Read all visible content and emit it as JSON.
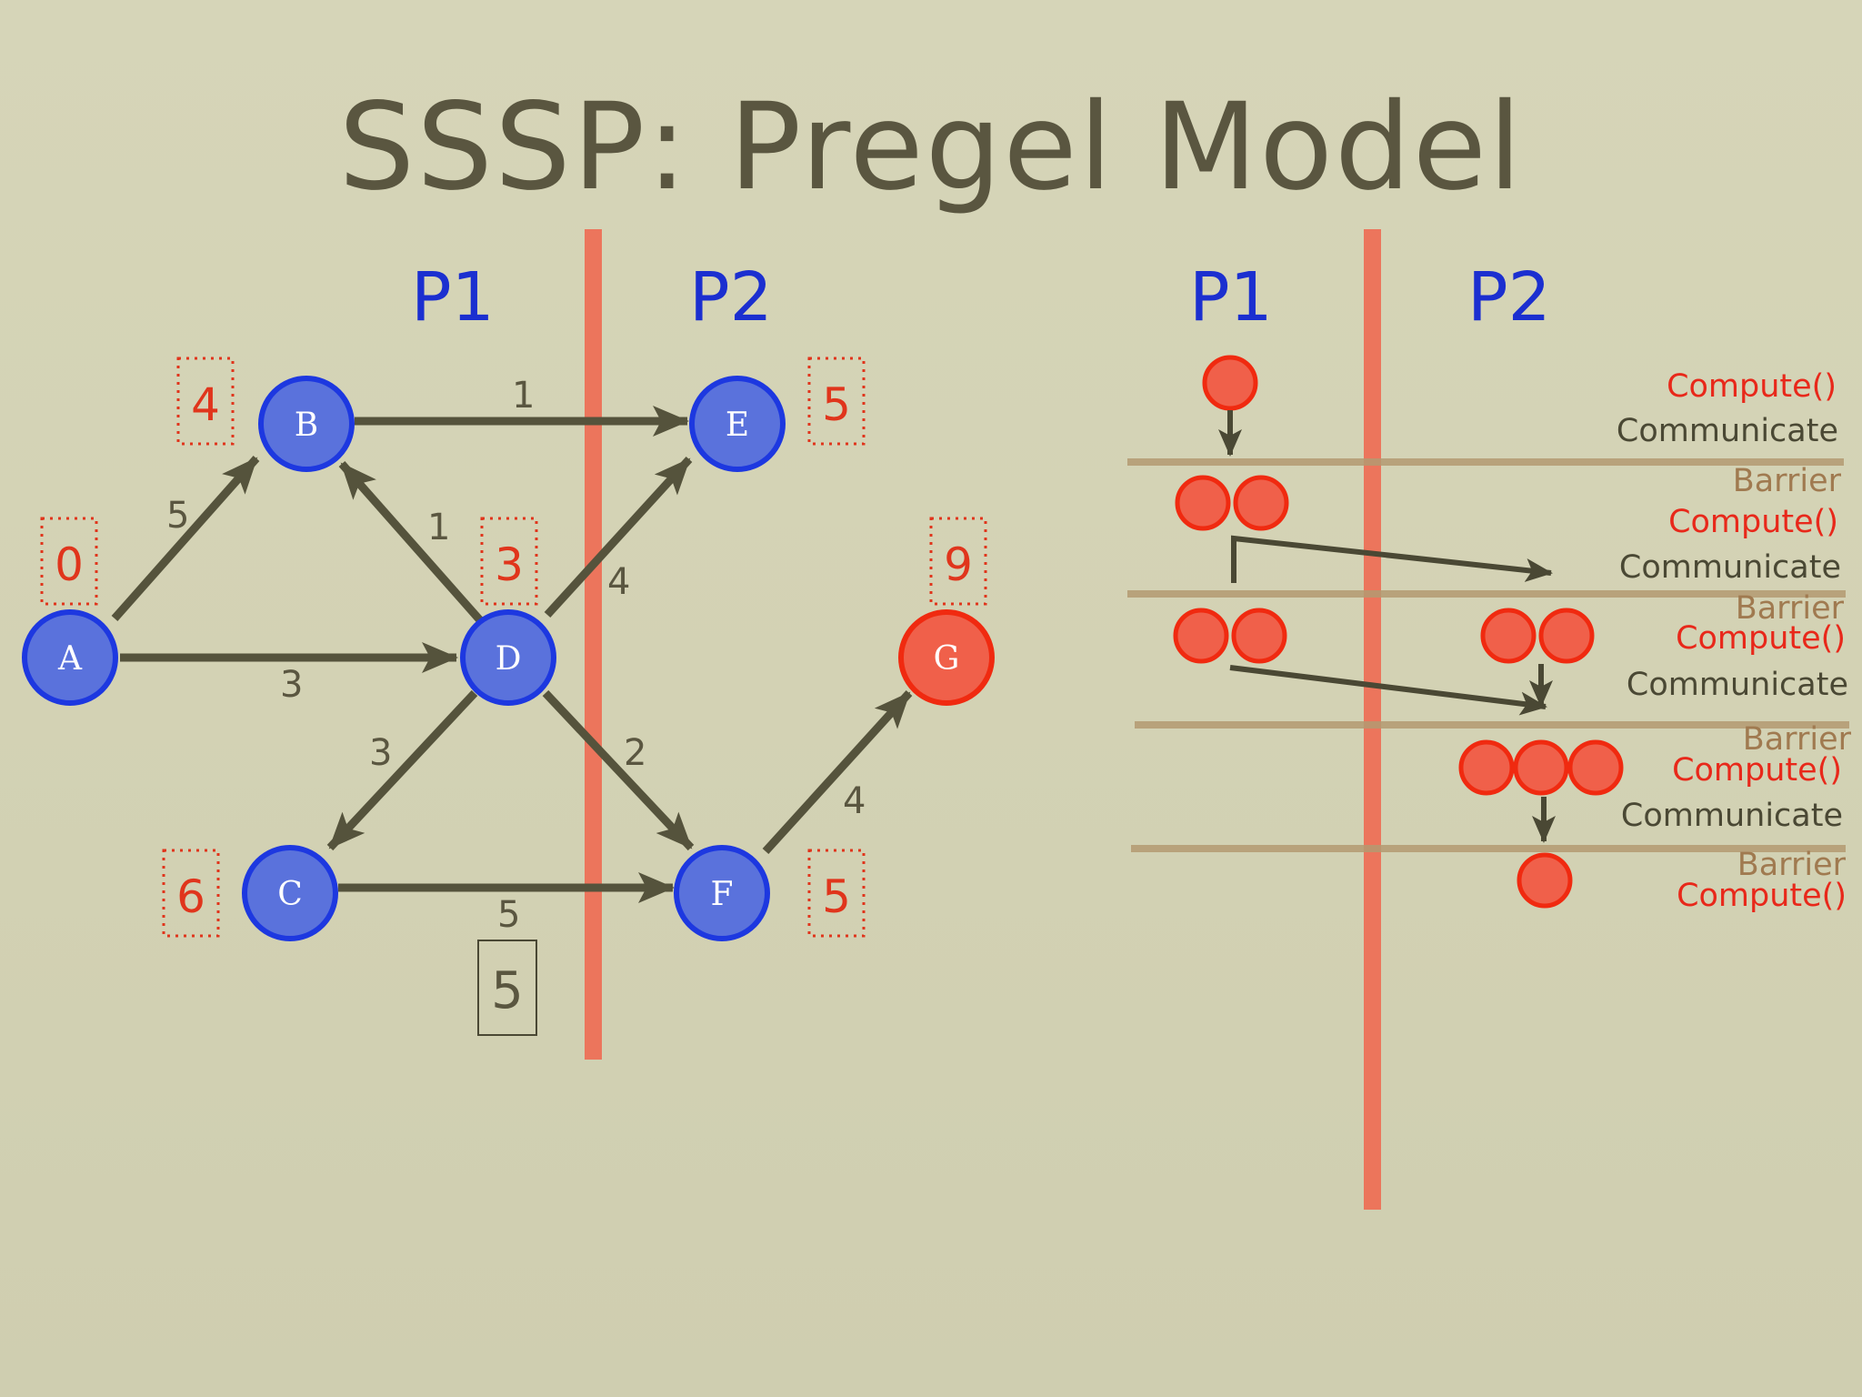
{
  "title": "SSSP: Pregel Model",
  "graph": {
    "partitions": [
      "P1",
      "P2"
    ],
    "nodes": [
      {
        "id": "A",
        "dist": "0"
      },
      {
        "id": "B",
        "dist": "4"
      },
      {
        "id": "C",
        "dist": "6"
      },
      {
        "id": "D",
        "dist": "3"
      },
      {
        "id": "E",
        "dist": "5"
      },
      {
        "id": "F",
        "dist": "5"
      },
      {
        "id": "G",
        "dist": "9"
      }
    ],
    "edges": [
      {
        "from": "A",
        "to": "B",
        "weight": "5"
      },
      {
        "from": "A",
        "to": "D",
        "weight": "3"
      },
      {
        "from": "D",
        "to": "B",
        "weight": "1"
      },
      {
        "from": "B",
        "to": "E",
        "weight": "1"
      },
      {
        "from": "D",
        "to": "E",
        "weight": "4"
      },
      {
        "from": "D",
        "to": "C",
        "weight": "3"
      },
      {
        "from": "D",
        "to": "F",
        "weight": "2"
      },
      {
        "from": "C",
        "to": "F",
        "weight": "5"
      },
      {
        "from": "F",
        "to": "G",
        "weight": "4"
      }
    ],
    "message_value": "5"
  },
  "timeline": {
    "partitions": [
      "P1",
      "P2"
    ],
    "steps": [
      {
        "compute": "Compute()",
        "communicate": "Communicate",
        "barrier": "Barrier"
      },
      {
        "compute": "Compute()",
        "communicate": "Communicate",
        "barrier": "Barrier"
      },
      {
        "compute": "Compute()",
        "communicate": "Communicate",
        "barrier": "Barrier"
      },
      {
        "compute": "Compute()",
        "communicate": "Communicate",
        "barrier": "Barrier"
      },
      {
        "compute": "Compute()"
      }
    ]
  },
  "colors": {
    "node_blue": "#5a72dc",
    "node_blue_stroke": "#1d38e0",
    "node_red": "#f0604a",
    "node_red_stroke": "#f02a10",
    "edge": "#55533c",
    "partition_line": "#ee6a52",
    "barrier_line": "#b49a72"
  }
}
